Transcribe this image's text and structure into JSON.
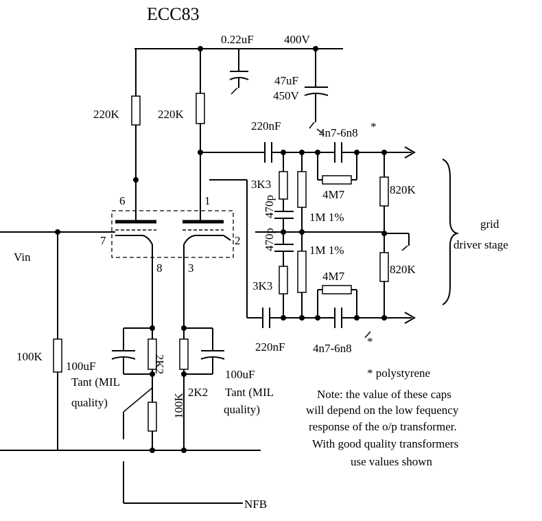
{
  "title": "ECC83",
  "labels": {
    "cap_022": "0.22uF",
    "v400": "400V",
    "cap_47": "47uF",
    "v450": "450V",
    "r220k_left": "220K",
    "r220k_right": "220K",
    "cap_220n_top": "220nF",
    "cap_4n7_top": "4n7-6n8",
    "star_top": "*",
    "r3k3_top": "3K3",
    "cap_470p_top": "470p",
    "r1m_top": "1M 1%",
    "r4m7_top": "4M7",
    "r820k_top": "820K",
    "pin6": "6",
    "pin1": "1",
    "pin7": "7",
    "pin2": "2",
    "pin8": "8",
    "pin3": "3",
    "vin": "Vin",
    "cap_470p_bot": "470p",
    "r1m_bot": "1M 1%",
    "r3k3_bot": "3K3",
    "r4m7_bot": "4M7",
    "r820k_bot": "820K",
    "grid1": "grid",
    "grid2": "driver stage",
    "cap_220n_bot": "220nF",
    "cap_4n7_bot": "4n7-6n8",
    "star_bot": "*",
    "r100k_left": "100K",
    "cap100_left": "100uF",
    "tant_left": "Tant (MIL",
    "qual_left": "quality)",
    "r2k2_left": "2K2",
    "r2k2_right": "2K2",
    "cap100_right": "100uF",
    "tant_right": "Tant (MIL",
    "qual_right": "quality)",
    "r100k_bot": "100K",
    "nfb": "NFB",
    "note_star": "* polystyrene",
    "note1": "Note: the value of these caps",
    "note2": "will depend on the low fequency",
    "note3": "response of the o/p transformer.",
    "note4": "With good quality transformers",
    "note5": "use values shown"
  }
}
